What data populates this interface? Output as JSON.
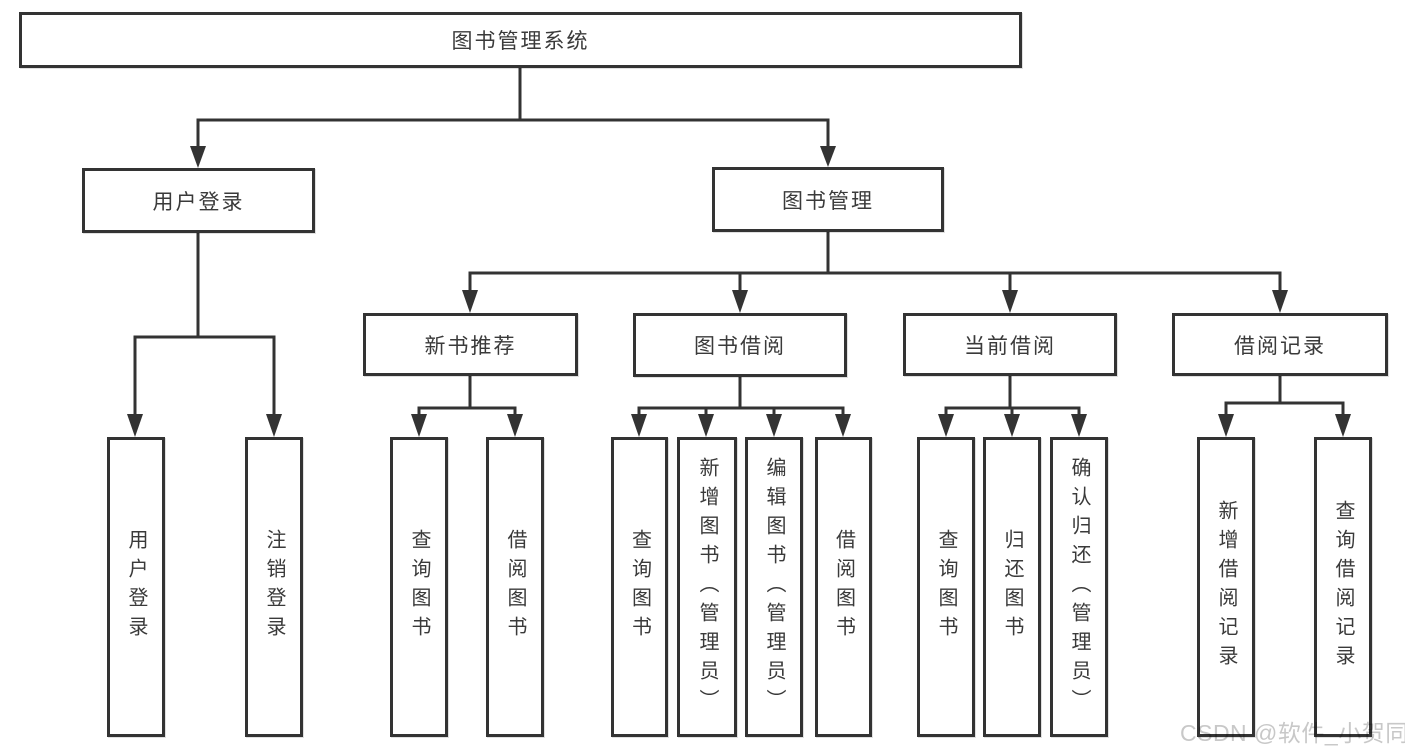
{
  "diagram": {
    "root": "图书管理系统",
    "level2": {
      "user_login": "用户登录",
      "book_management": "图书管理"
    },
    "level3": {
      "new_books": "新书推荐",
      "book_borrowing": "图书借阅",
      "current_borrowing": "当前借阅",
      "borrow_records": "借阅记录"
    },
    "leaves": {
      "user_login": [
        "用户登录",
        "注销登录"
      ],
      "new_books": [
        "查询图书",
        "借阅图书"
      ],
      "book_borrowing": [
        "查询图书",
        "新增图书（管理员）",
        "编辑图书（管理员）",
        "借阅图书"
      ],
      "current_borrowing": [
        "查询图书",
        "归还图书",
        "确认归还（管理员）"
      ],
      "borrow_records": [
        "新增借阅记录",
        "查询借阅记录"
      ]
    }
  },
  "watermark": "CSDN @软件_小贺同学",
  "colors": {
    "line": "#333333",
    "text": "#3a3a3a",
    "background": "#ffffff",
    "watermark": "#c8c8c8"
  }
}
